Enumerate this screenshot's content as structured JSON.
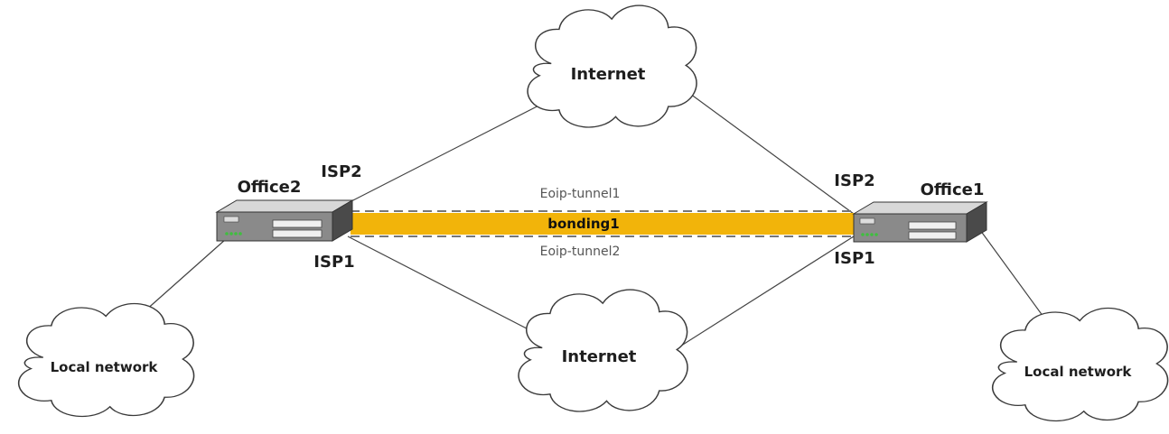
{
  "clouds": {
    "internet_top": "Internet",
    "internet_bottom": "Internet",
    "local_left": "Local network",
    "local_right": "Local network"
  },
  "routers": {
    "left": {
      "name": "Office2",
      "isp_top": "ISP2",
      "isp_bottom": "ISP1"
    },
    "right": {
      "name": "Office1",
      "isp_top": "ISP2",
      "isp_bottom": "ISP1"
    }
  },
  "tunnels": {
    "top": "Eoip-tunnel1",
    "bottom": "Eoip-tunnel2"
  },
  "bonding": {
    "label": "bonding1",
    "color": "#f2b40a"
  },
  "icons": {
    "cloud": "cloud-icon",
    "router": "router-icon"
  }
}
